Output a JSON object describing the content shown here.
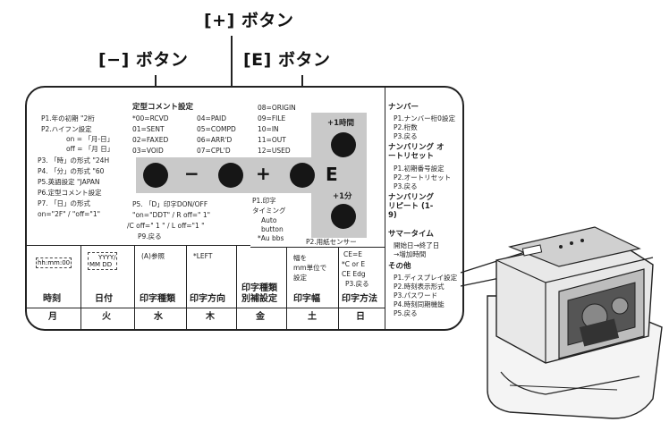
{
  "callouts": {
    "plus": "[+] ボタン",
    "minus": "[−] ボタン",
    "e": "[E] ボタン"
  },
  "panel": {
    "left_lines": [
      "P1.年の初期 \"2桁",
      "P2.ハイフン設定",
      "on = 「月-日」",
      "off = 「月 日」",
      "P3. 「時」の形式 \"24H",
      "P4. 「分」の形式 \"60",
      "P5.英語設定 \"JAPAN",
      "P6.定型コメント設定",
      "P7. 「日」の形式",
      "on=\"2F\" / \"off=\"1\""
    ],
    "comment_title": "定型コメント設定",
    "comment_codes": [
      "*00=RCVD",
      "01=SENT",
      "02=FAXED",
      "03=VOID",
      "04=PAID",
      "05=COMPD",
      "06=ARR'D",
      "07=CPL'D",
      "08=ORIGIN",
      "09=FILE",
      "10=IN",
      "11=OUT",
      "12=USED"
    ],
    "don_lines": [
      "P5. 「D」印字DON/OFF",
      "\"on=\"DDT\" / R off=\" 1\"",
      "/C off=\" 1 \" / L off=\"1 \"",
      "P9.戻る"
    ],
    "minus_symbol": "−",
    "plus_symbol": "+",
    "e_symbol": "E",
    "plus_hour": "+1時間",
    "plus_minute": "+1分",
    "timing_lines": [
      "P1.印字",
      "タイミング",
      "Auto",
      "button",
      "*Au bbs"
    ],
    "sensor_label": "P2.用紙センサー",
    "sensor_values": [
      "CE=E",
      "*C or E",
      "CE Edg",
      "P3.戻る"
    ],
    "fields": {
      "time_box": "hh:mm:00",
      "date_box_1": "YYYY/",
      "date_box_2": "MM DD",
      "a_ref": "(A)参照",
      "left": "*LEFT",
      "width_note": [
        "幅を",
        "mm単位で",
        "設定"
      ],
      "print_type_setting": [
        "印字種類",
        "別補設定"
      ]
    },
    "columns": [
      "時刻",
      "日付",
      "印字種類",
      "印字方向",
      "",
      "印字幅",
      "印字方法"
    ],
    "days": [
      "月",
      "火",
      "水",
      "木",
      "金",
      "土",
      "日"
    ]
  },
  "side_menu": [
    {
      "title": "ナンバー",
      "items": [
        "P1.ナンバー桁0設定",
        "P2.桁数",
        "P3.戻る"
      ]
    },
    {
      "title": "ナンバリング オートリセット",
      "items": [
        "P1.初期番号設定",
        "P2.オートリセット",
        "P3.戻る"
      ]
    },
    {
      "title": "ナンバリング リピート (1-9)",
      "items": []
    },
    {
      "title": "サマータイム",
      "items": [
        "開始日→終了日",
        "→増加時間"
      ]
    },
    {
      "title": "その他",
      "items": [
        "P1.ディスプレイ設定",
        "P2.時刻表示形式",
        "P3.パスワード",
        "P4.時刻同期機能",
        "P5.戻る"
      ]
    }
  ],
  "colors": {
    "panel_border": "#222222",
    "highlight": "#c9c9c9",
    "button": "#161616"
  }
}
